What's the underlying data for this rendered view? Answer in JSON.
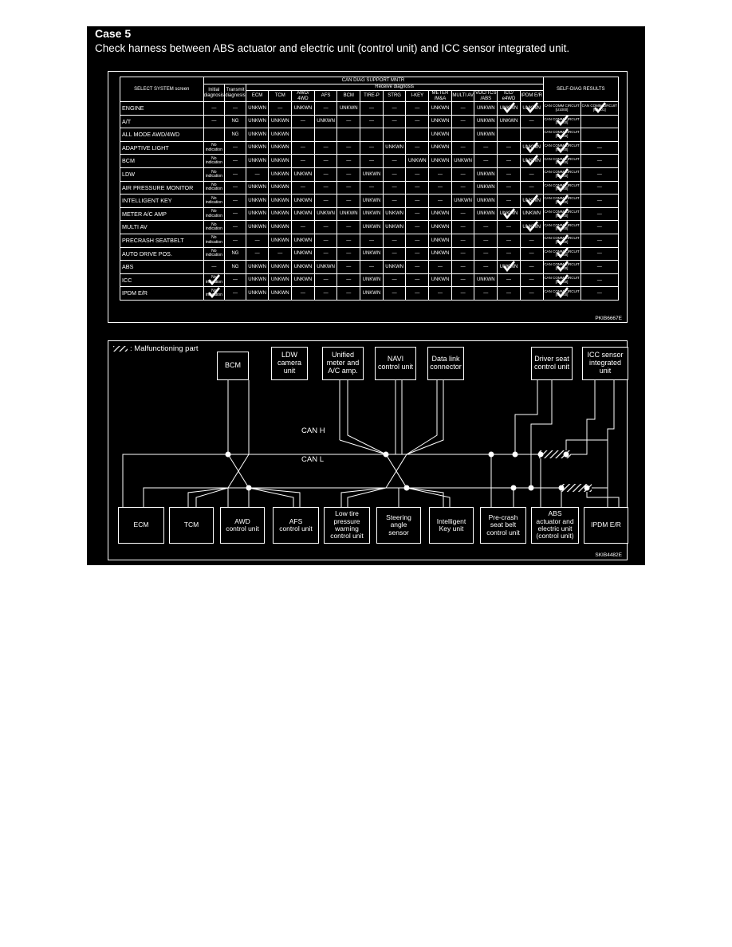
{
  "header": {
    "title": "Case 5",
    "description": "Check harness between ABS actuator and electric unit (control unit) and ICC sensor integrated unit."
  },
  "table": {
    "select_system_label": "SELECT SYSTEM screen",
    "can_diag_label": "CAN DIAG SUPPORT MNTR",
    "receive_label": "Receive diagnosis",
    "self_diag_label": "SELF-DIAG RESULTS",
    "columns": [
      "Initial diagnosis",
      "Transmit diagnosis",
      "ECM",
      "TCM",
      "AWD/ 4WD",
      "AFS",
      "BCM",
      "TIRE-P",
      "STRG",
      "I-KEY",
      "METER /M&A",
      "MULTI AV",
      "VDC/TCS /ABS",
      "ICC/ e4WD",
      "IPDM E/R"
    ],
    "rows": [
      {
        "system": "ENGINE",
        "cells": [
          "—",
          "—",
          "UNKWN",
          "—",
          "UNKWN",
          "—",
          "UNKWN",
          "—",
          "—",
          "—",
          "UNKWN",
          "—",
          "UNKWN",
          "UNKWN",
          "UNKWN"
        ],
        "self": [
          "CAN COMM CIRCUIT [U1000]",
          "CAN COMM CIRCUIT [U1001]"
        ]
      },
      {
        "system": "A/T",
        "cells": [
          "—",
          "NG",
          "UNKWN",
          "UNKWN",
          "—",
          "UNKWN",
          "—",
          "—",
          "—",
          "—",
          "UNKWN",
          "—",
          "UNKWN",
          "UNKWN",
          "—"
        ],
        "self": [
          "CAN COMM CIRCUIT [U1000]",
          ""
        ]
      },
      {
        "system": "ALL MODE AWD/4WD",
        "cells": [
          "",
          "NG",
          "UNKWN",
          "UNKWN",
          "",
          "",
          "",
          "",
          "",
          "",
          "UNKWN",
          "",
          "UNKWN",
          "",
          ""
        ],
        "self": [
          "CAN COMM CIRCUIT [U1000]",
          ""
        ]
      },
      {
        "system": "ADAPTIVE LIGHT",
        "cells": [
          "No indication",
          "—",
          "UNKWN",
          "UNKWN",
          "—",
          "—",
          "—",
          "—",
          "UNKWN",
          "—",
          "UNKWN",
          "—",
          "—",
          "—",
          "UNKWN"
        ],
        "self": [
          "CAN COMM CIRCUIT [U1000]",
          "—"
        ]
      },
      {
        "system": "BCM",
        "cells": [
          "No indication",
          "—",
          "UNKWN",
          "UNKWN",
          "—",
          "—",
          "—",
          "—",
          "—",
          "UNKWN",
          "UNKWN",
          "UNKWN",
          "—",
          "—",
          "UNKWN"
        ],
        "self": [
          "CAN COMM CIRCUIT [U1000]",
          "—"
        ]
      },
      {
        "system": "LDW",
        "cells": [
          "No indication",
          "—",
          "—",
          "UNKWN",
          "UNKWN",
          "—",
          "—",
          "UNKWN",
          "—",
          "—",
          "—",
          "—",
          "UNKWN",
          "—",
          "—"
        ],
        "self": [
          "CAN COMM CIRCUIT [U1000]",
          "—"
        ]
      },
      {
        "system": "AIR PRESSURE MONITOR",
        "cells": [
          "No indication",
          "—",
          "UNKWN",
          "UNKWN",
          "—",
          "—",
          "—",
          "—",
          "—",
          "—",
          "—",
          "—",
          "UNKWN",
          "—",
          "—"
        ],
        "self": [
          "CAN COMM CIRCUIT [U1000]",
          "—"
        ]
      },
      {
        "system": "INTELLIGENT KEY",
        "cells": [
          "No indication",
          "—",
          "UNKWN",
          "UNKWN",
          "UNKWN",
          "—",
          "—",
          "UNKWN",
          "—",
          "—",
          "—",
          "UNKWN",
          "UNKWN",
          "—",
          "UNKWN"
        ],
        "self": [
          "CAN COMM CIRCUIT [U1000]",
          "—"
        ]
      },
      {
        "system": "METER A/C AMP",
        "cells": [
          "No indication",
          "—",
          "UNKWN",
          "UNKWN",
          "UNKWN",
          "UNKWN",
          "UNKWN",
          "UNKWN",
          "UNKWN",
          "—",
          "UNKWN",
          "—",
          "UNKWN",
          "UNKWN",
          "UNKWN"
        ],
        "self": [
          "CAN COMM CIRCUIT [U1000]",
          "—"
        ]
      },
      {
        "system": "MULTI AV",
        "cells": [
          "No indication",
          "—",
          "UNKWN",
          "UNKWN",
          "—",
          "—",
          "—",
          "UNKWN",
          "UNKWN",
          "—",
          "UNKWN",
          "—",
          "—",
          "—",
          "UNKWN"
        ],
        "self": [
          "CAN COMM CIRCUIT [U1000]",
          "—"
        ]
      },
      {
        "system": "PRECRASH SEATBELT",
        "cells": [
          "No indication",
          "—",
          "—",
          "UNKWN",
          "UNKWN",
          "—",
          "—",
          "—",
          "—",
          "—",
          "UNKWN",
          "—",
          "—",
          "—",
          "—"
        ],
        "self": [
          "CAN COMM CIRCUIT [U1000]",
          "—"
        ]
      },
      {
        "system": "AUTO DRIVE POS.",
        "cells": [
          "No indication",
          "NG",
          "—",
          "—",
          "UNKWN",
          "—",
          "—",
          "UNKWN",
          "—",
          "—",
          "UNKWN",
          "—",
          "—",
          "—",
          "—"
        ],
        "self": [
          "CAN COMM CIRCUIT [U1000]",
          "—"
        ]
      },
      {
        "system": "ABS",
        "cells": [
          "—",
          "NG",
          "UNKWN",
          "UNKWN",
          "UNKWN",
          "UNKWN",
          "—",
          "—",
          "UNKWN",
          "—",
          "—",
          "—",
          "—",
          "UNKWN",
          "—"
        ],
        "self": [
          "CAN COMM CIRCUIT [U1000]",
          "—"
        ]
      },
      {
        "system": "ICC",
        "cells": [
          "No indication",
          "—",
          "UNKWN",
          "UNKWN",
          "UNKWN",
          "—",
          "—",
          "UNKWN",
          "—",
          "—",
          "UNKWN",
          "—",
          "UNKWN",
          "—",
          "—"
        ],
        "self": [
          "CAN COMM CIRCUIT [U1000]",
          "—"
        ]
      },
      {
        "system": "IPDM E/R",
        "cells": [
          "No indication",
          "—",
          "UNKWN",
          "UNKWN",
          "—",
          "—",
          "—",
          "UNKWN",
          "—",
          "—",
          "—",
          "—",
          "—",
          "—",
          "—"
        ],
        "self": [
          "CAN COMM CIRCUIT [U1000]",
          "—"
        ]
      }
    ],
    "code": "PKIB6667E"
  },
  "network": {
    "legend": ": Malfunctioning part",
    "can_h": "CAN H",
    "can_l": "CAN L",
    "top_units": [
      "BCM",
      "LDW\ncamera unit",
      "Unified\nmeter and\nA/C amp.",
      "NAVI\ncontrol unit",
      "Data link\nconnector",
      "Driver seat\ncontrol unit",
      "ICC sensor\nintegrated\nunit"
    ],
    "bottom_units": [
      "ECM",
      "TCM",
      "AWD\ncontrol unit",
      "AFS\ncontrol unit",
      "Low tire\npressure\nwarning\ncontrol unit",
      "Steering\nangle\nsensor",
      "Intelligent\nKey unit",
      "Pre-crash\nseat belt\ncontrol unit",
      "ABS\nactuator and\nelectric unit\n(control unit)",
      "IPDM E/R"
    ],
    "code": "SKIB4482E"
  }
}
